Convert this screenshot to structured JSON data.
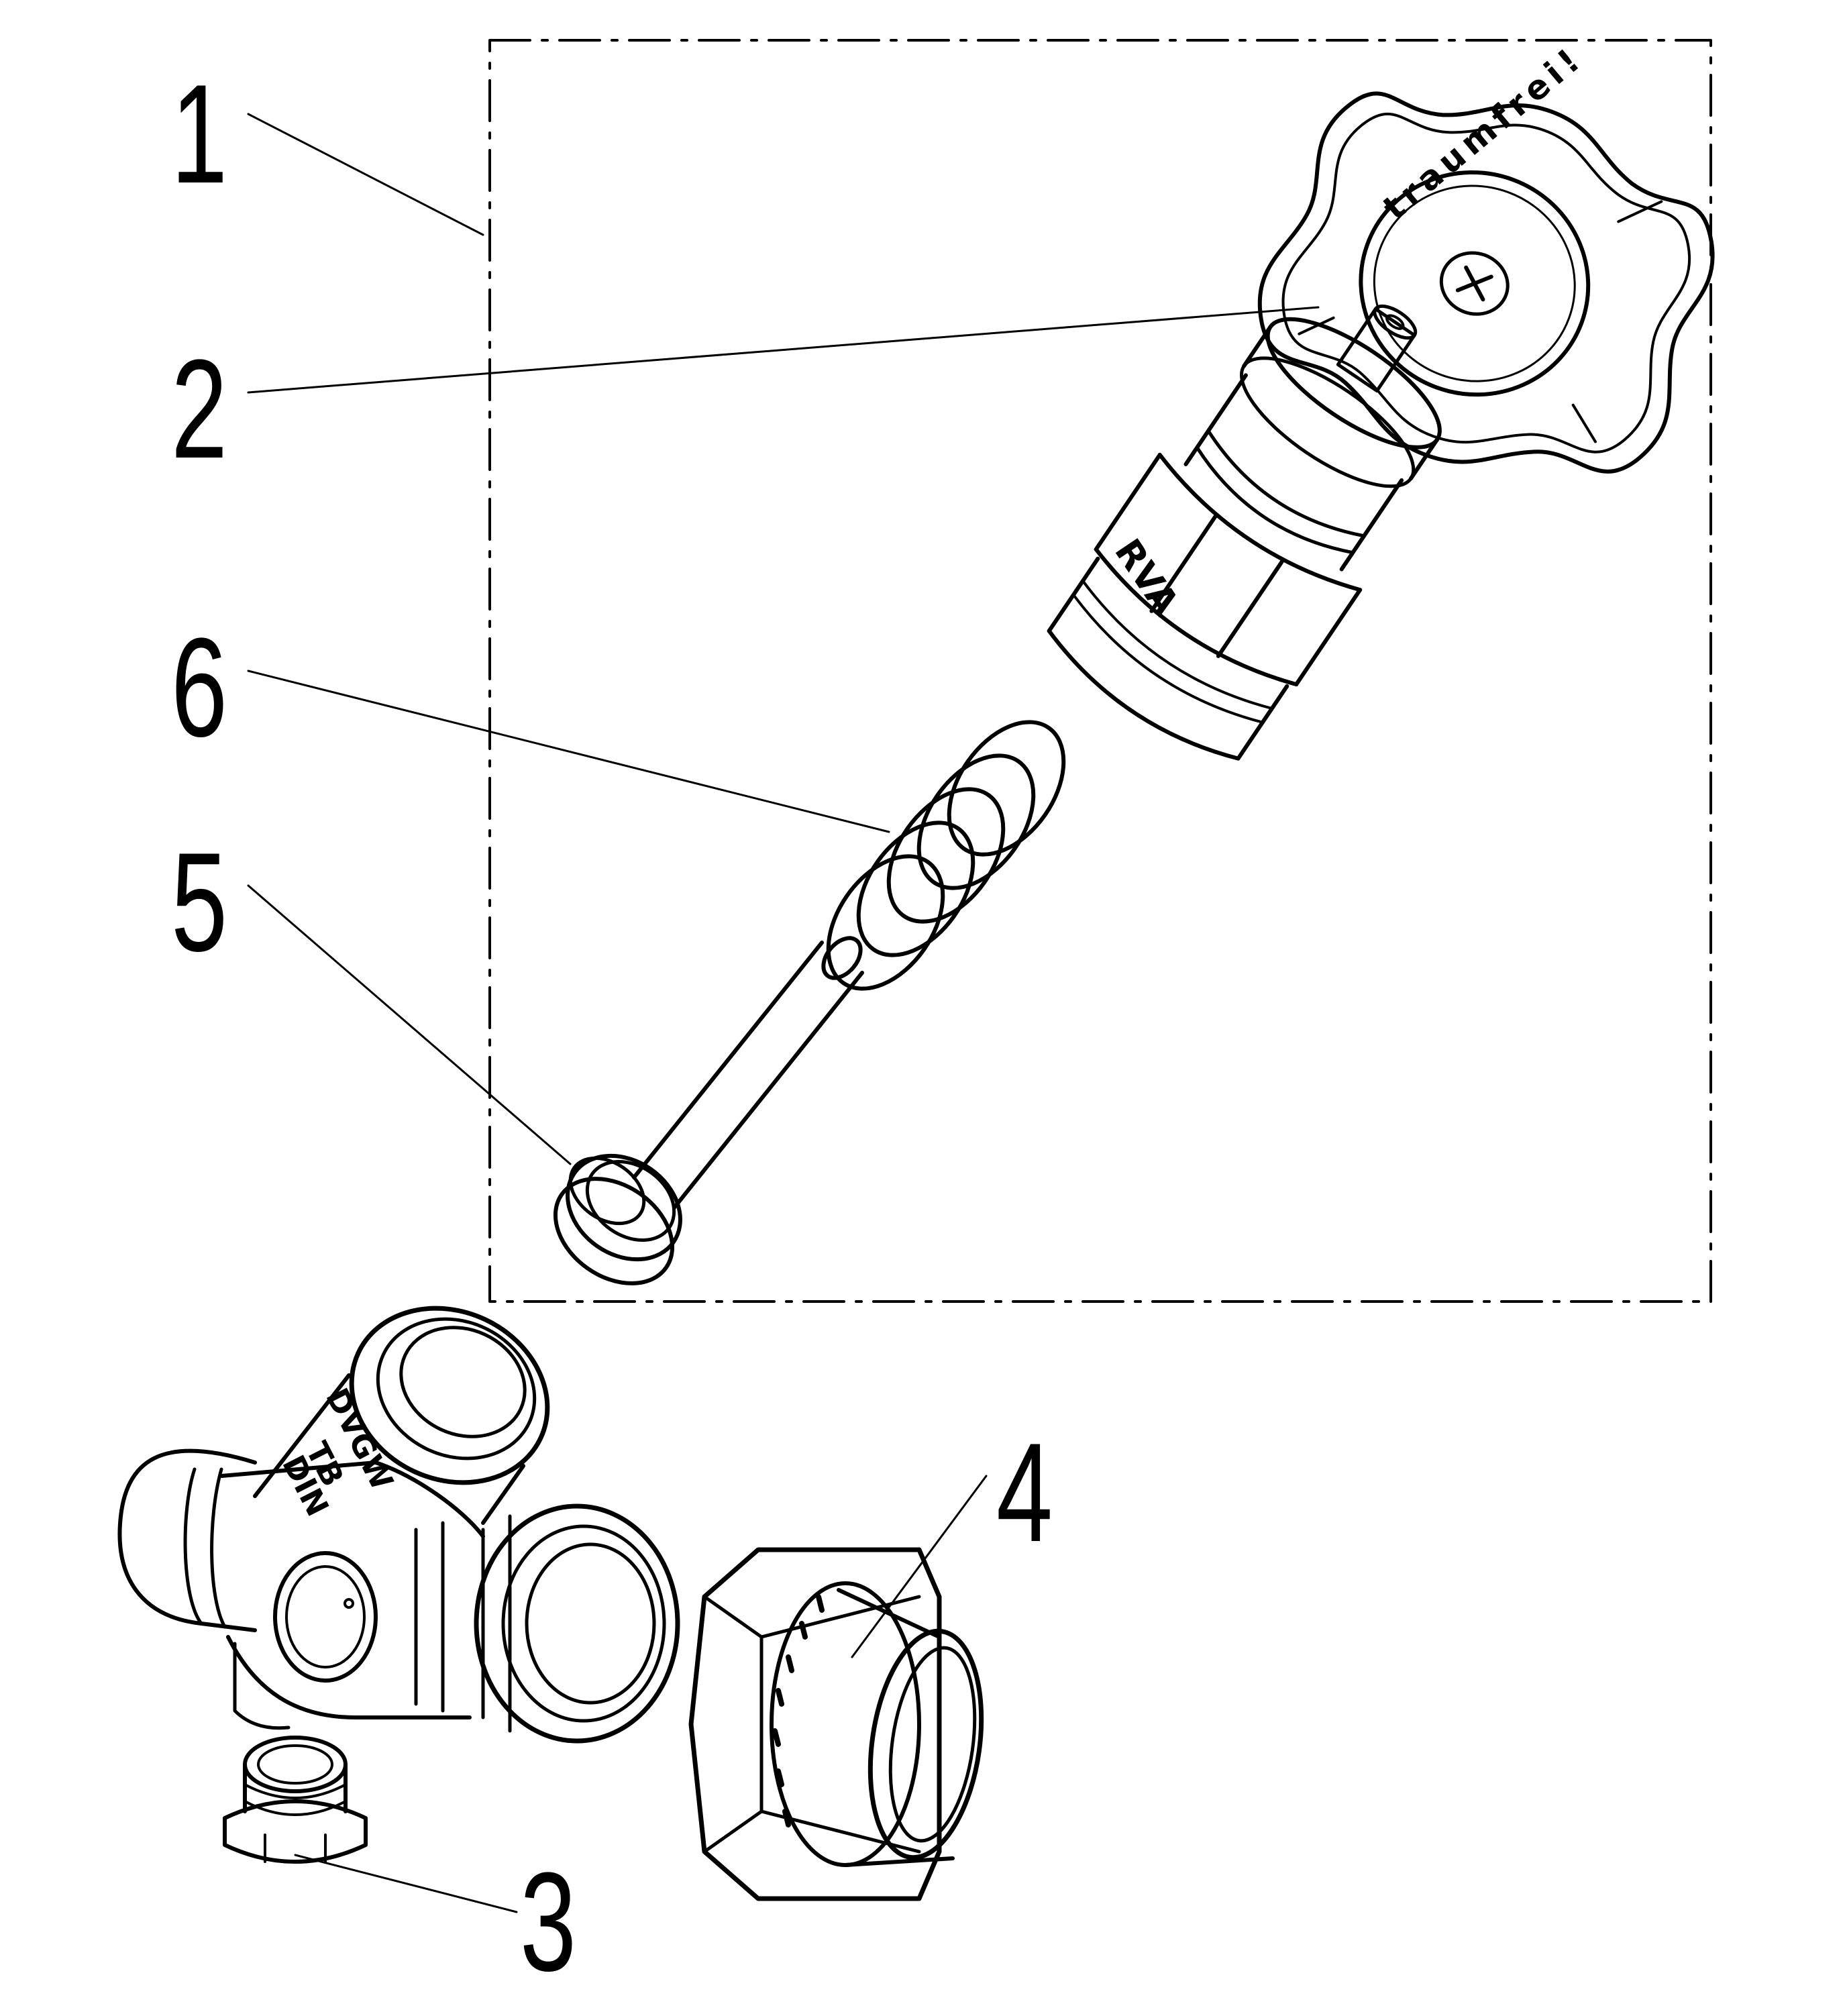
{
  "callouts": [
    {
      "id": "1",
      "label": "1"
    },
    {
      "id": "2",
      "label": "2"
    },
    {
      "id": "3",
      "label": "3"
    },
    {
      "id": "4",
      "label": "4"
    },
    {
      "id": "5",
      "label": "5"
    },
    {
      "id": "6",
      "label": "6"
    }
  ],
  "markings": {
    "handwheel_text": "traumfrei!",
    "handwheel_extra": "o",
    "bonnet_text": "RVA",
    "body_text_1": "DVGW",
    "body_text_2": "TB",
    "body_text_3": "DIN"
  },
  "colors": {
    "line": "#000000",
    "background": "#ffffff"
  }
}
